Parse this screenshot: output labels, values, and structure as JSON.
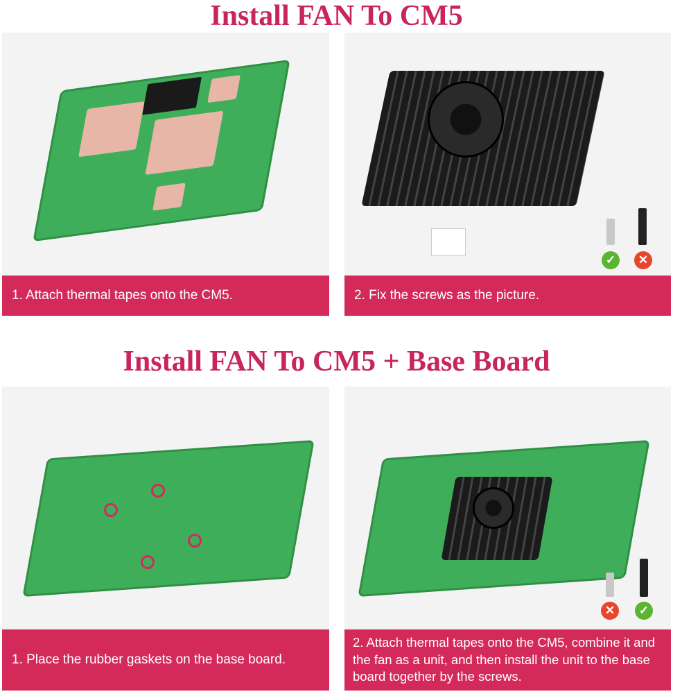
{
  "section1": {
    "title": "Install FAN To CM5",
    "steps": [
      {
        "caption": "1. Attach thermal tapes onto the CM5."
      },
      {
        "caption": "2. Fix the screws as the picture."
      }
    ]
  },
  "section2": {
    "title": "Install FAN To CM5 + Base Board",
    "steps": [
      {
        "caption": "1. Place the rubber gaskets on the base board."
      },
      {
        "caption": "2. Attach thermal tapes onto the CM5, combine it and the fan as a unit, and then install the unit to the base board together by the screws."
      }
    ]
  },
  "marks": {
    "correct": "✓",
    "wrong": "✕"
  },
  "colors": {
    "accent": "#d42a5a",
    "title": "#c8255a",
    "correct": "#5bb531",
    "wrong": "#e8462b"
  }
}
